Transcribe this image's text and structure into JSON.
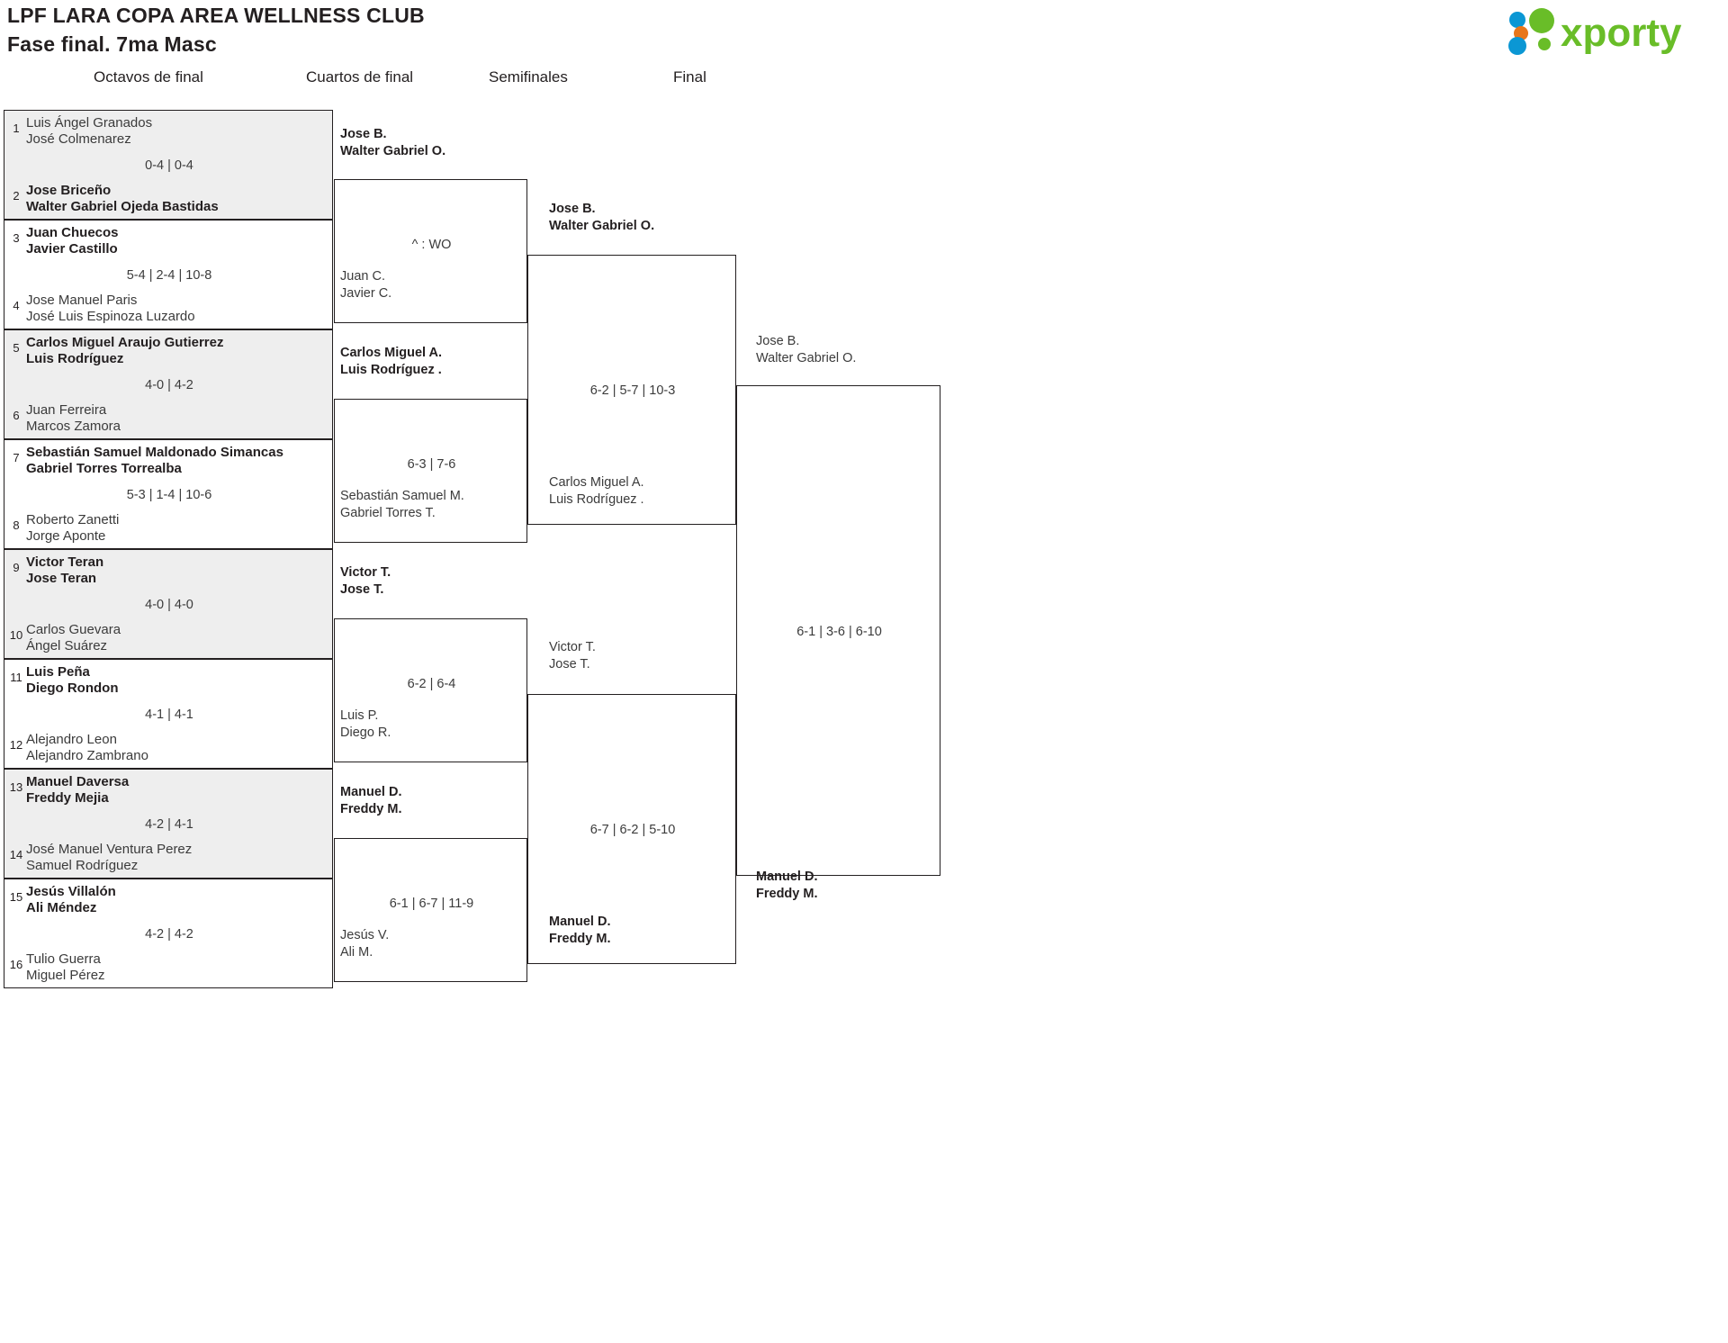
{
  "header": {
    "title": "LPF LARA COPA AREA WELLNESS CLUB",
    "subtitle": "Fase final. 7ma Masc",
    "logo_text": "xporty",
    "logo_colors": {
      "green": "#69bd28",
      "blue": "#0b97d4",
      "orange": "#e8761a"
    }
  },
  "rounds": [
    {
      "id": "r16",
      "label": "Octavos de final"
    },
    {
      "id": "qf",
      "label": "Cuartos de final"
    },
    {
      "id": "sf",
      "label": "Semifinales"
    },
    {
      "id": "f",
      "label": "Final"
    }
  ],
  "round16": [
    {
      "seed_top": "1",
      "seed_bottom": "2",
      "top": {
        "p1": "Luis Ángel Granados",
        "p2": "José Colmenarez",
        "winner": false
      },
      "bottom": {
        "p1": "Jose Briceño",
        "p2": "Walter Gabriel Ojeda Bastidas",
        "winner": true
      },
      "score": "0-4 | 0-4",
      "shaded": true
    },
    {
      "seed_top": "3",
      "seed_bottom": "4",
      "top": {
        "p1": "Juan Chuecos",
        "p2": "Javier Castillo",
        "winner": true
      },
      "bottom": {
        "p1": "Jose Manuel Paris",
        "p2": "José Luis Espinoza Luzardo",
        "winner": false
      },
      "score": "5-4 | 2-4 | 10-8",
      "shaded": false
    },
    {
      "seed_top": "5",
      "seed_bottom": "6",
      "top": {
        "p1": "Carlos Miguel Araujo Gutierrez",
        "p2": "Luis Rodríguez",
        "winner": true
      },
      "bottom": {
        "p1": "Juan Ferreira",
        "p2": "Marcos Zamora",
        "winner": false
      },
      "score": "4-0 | 4-2",
      "shaded": true
    },
    {
      "seed_top": "7",
      "seed_bottom": "8",
      "top": {
        "p1": "Sebastián Samuel Maldonado Simancas",
        "p2": "Gabriel Torres Torrealba",
        "winner": true
      },
      "bottom": {
        "p1": "Roberto Zanetti",
        "p2": "Jorge Aponte",
        "winner": false
      },
      "score": "5-3 | 1-4 | 10-6",
      "shaded": false
    },
    {
      "seed_top": "9",
      "seed_bottom": "10",
      "top": {
        "p1": "Victor Teran",
        "p2": "Jose Teran",
        "winner": true
      },
      "bottom": {
        "p1": "Carlos Guevara",
        "p2": "Ángel Suárez",
        "winner": false
      },
      "score": "4-0 | 4-0",
      "shaded": true
    },
    {
      "seed_top": "11",
      "seed_bottom": "12",
      "top": {
        "p1": "Luis Peña",
        "p2": "Diego Rondon",
        "winner": true
      },
      "bottom": {
        "p1": "Alejandro Leon",
        "p2": "Alejandro Zambrano",
        "winner": false
      },
      "score": "4-1 | 4-1",
      "shaded": false
    },
    {
      "seed_top": "13",
      "seed_bottom": "14",
      "top": {
        "p1": "Manuel Daversa",
        "p2": "Freddy Mejia",
        "winner": true
      },
      "bottom": {
        "p1": "José Manuel Ventura Perez",
        "p2": "Samuel Rodríguez",
        "winner": false
      },
      "score": "4-2 | 4-1",
      "shaded": true
    },
    {
      "seed_top": "15",
      "seed_bottom": "16",
      "top": {
        "p1": "Jesús Villalón",
        "p2": "Ali Méndez",
        "winner": true
      },
      "bottom": {
        "p1": "Tulio Guerra",
        "p2": "Miguel Pérez",
        "winner": false
      },
      "score": "4-2 | 4-2",
      "shaded": false
    }
  ],
  "quarters": [
    {
      "top": {
        "p1": "Jose B.",
        "p2": "Walter Gabriel O.",
        "winner": true
      },
      "bottom": {
        "p1": "Juan C.",
        "p2": "Javier C.",
        "winner": false
      },
      "score": "^ : WO"
    },
    {
      "top": {
        "p1": "Carlos Miguel A.",
        "p2": "Luis Rodríguez .",
        "winner": true
      },
      "bottom": {
        "p1": "Sebastián Samuel M.",
        "p2": "Gabriel Torres T.",
        "winner": false
      },
      "score": "6-3 | 7-6"
    },
    {
      "top": {
        "p1": "Victor T.",
        "p2": "Jose T.",
        "winner": true
      },
      "bottom": {
        "p1": "Luis P.",
        "p2": "Diego R.",
        "winner": false
      },
      "score": "6-2 | 6-4"
    },
    {
      "top": {
        "p1": "Manuel D.",
        "p2": "Freddy M.",
        "winner": true
      },
      "bottom": {
        "p1": "Jesús V.",
        "p2": "Ali M.",
        "winner": false
      },
      "score": "6-1 | 6-7 | 11-9"
    }
  ],
  "semis": [
    {
      "top": {
        "p1": "Jose B.",
        "p2": "Walter Gabriel O.",
        "winner": true
      },
      "bottom": {
        "p1": "Carlos Miguel A.",
        "p2": "Luis Rodríguez .",
        "winner": false
      },
      "score": "6-2 | 5-7 | 10-3"
    },
    {
      "top": {
        "p1": "Victor T.",
        "p2": "Jose T.",
        "winner": false
      },
      "bottom": {
        "p1": "Manuel D.",
        "p2": "Freddy M.",
        "winner": true
      },
      "score": "6-7 | 6-2 | 5-10"
    }
  ],
  "final": [
    {
      "top": {
        "p1": "Jose B.",
        "p2": "Walter Gabriel O.",
        "winner": false
      },
      "bottom": {
        "p1": "Manuel D.",
        "p2": "Freddy M.",
        "winner": true
      },
      "score": "6-1 | 3-6 | 6-10"
    }
  ]
}
